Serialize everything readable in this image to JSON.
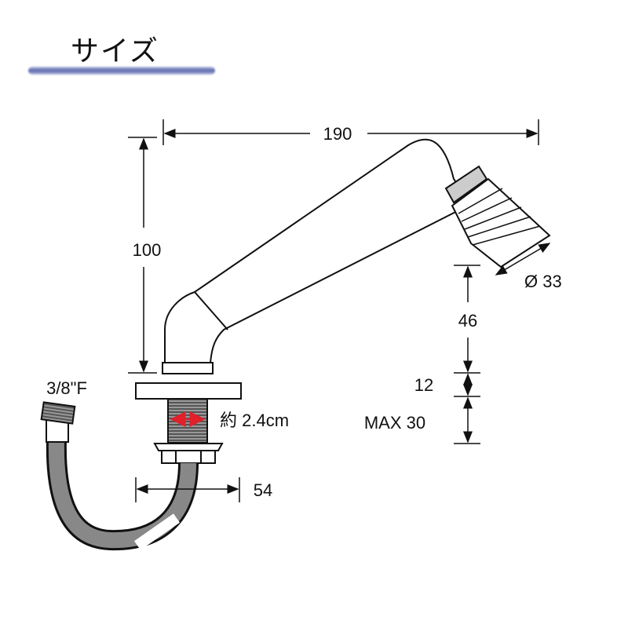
{
  "title": "サイズ",
  "dimensions": {
    "width_190": "190",
    "height_100": "100",
    "diameter_33": "Ø 33",
    "height_46": "46",
    "thickness_12": "12",
    "max_30": "MAX 30",
    "width_54": "54",
    "thread_size": "3/8\"F",
    "shank_diameter": "約 2.4cm"
  },
  "colors": {
    "accent": "#5b68ae",
    "arrow": "#e0202a"
  }
}
